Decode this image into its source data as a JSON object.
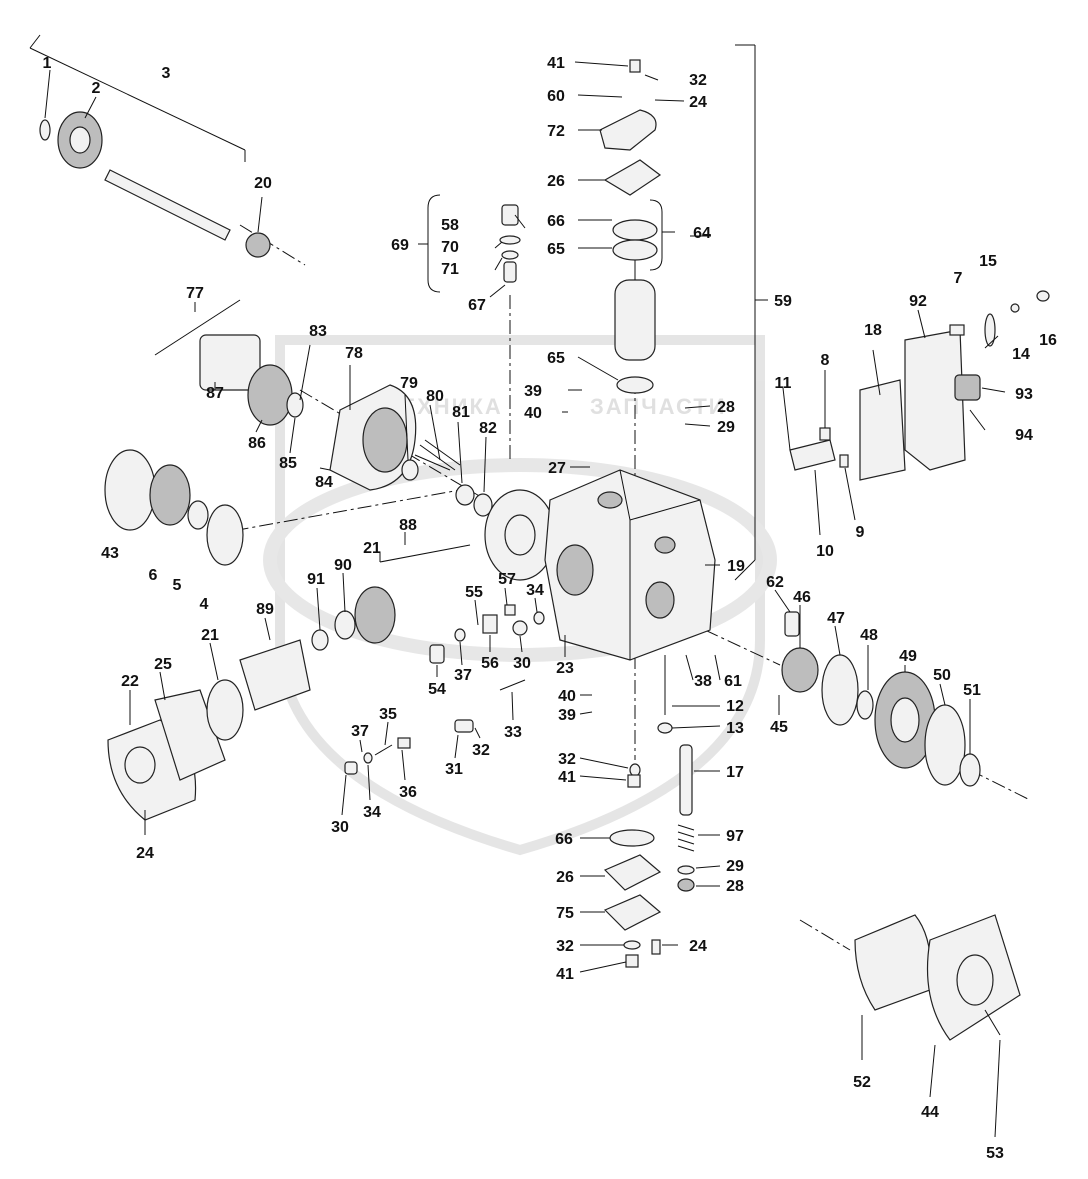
{
  "watermark": {
    "left_text": "ТЕХНИКА",
    "right_text": "ЗАПЧАСТИ",
    "color": "#cfcfcf"
  },
  "callouts": {
    "c1": "1",
    "c2": "2",
    "c3": "3",
    "c4": "4",
    "c5": "5",
    "c6": "6",
    "c7": "7",
    "c8": "8",
    "c9": "9",
    "c10": "10",
    "c11": "11",
    "c12": "12",
    "c13": "13",
    "c14": "14",
    "c15": "15",
    "c16": "16",
    "c17": "17",
    "c18": "18",
    "c19": "19",
    "c20": "20",
    "c21a": "21",
    "c21b": "21",
    "c22": "22",
    "c23": "23",
    "c24a": "24",
    "c24b": "24",
    "c24c": "24",
    "c25": "25",
    "c26a": "26",
    "c26b": "26",
    "c27": "27",
    "c28a": "28",
    "c28b": "28",
    "c29a": "29",
    "c29b": "29",
    "c30a": "30",
    "c30b": "30",
    "c31": "31",
    "c32a": "32",
    "c32b": "32",
    "c32c": "32",
    "c32d": "32",
    "c33": "33",
    "c34a": "34",
    "c34b": "34",
    "c35": "35",
    "c36": "36",
    "c37a": "37",
    "c37b": "37",
    "c38": "38",
    "c39a": "39",
    "c39b": "39",
    "c40a": "40",
    "c40b": "40",
    "c41a": "41",
    "c41b": "41",
    "c41c": "41",
    "c43": "43",
    "c44": "44",
    "c45": "45",
    "c46": "46",
    "c47": "47",
    "c48": "48",
    "c49": "49",
    "c50": "50",
    "c51": "51",
    "c52": "52",
    "c53": "53",
    "c54": "54",
    "c55": "55",
    "c56": "56",
    "c57": "57",
    "c58": "58",
    "c59": "59",
    "c60": "60",
    "c61": "61",
    "c62": "62",
    "c64": "64",
    "c65a": "65",
    "c65b": "65",
    "c66a": "66",
    "c66b": "66",
    "c67": "67",
    "c69": "69",
    "c70": "70",
    "c71": "71",
    "c72": "72",
    "c75": "75",
    "c77": "77",
    "c78": "78",
    "c79": "79",
    "c80": "80",
    "c81": "81",
    "c82": "82",
    "c83": "83",
    "c84": "84",
    "c85": "85",
    "c86": "86",
    "c87": "87",
    "c88": "88",
    "c89": "89",
    "c90": "90",
    "c91": "91",
    "c92": "92",
    "c93": "93",
    "c94": "94",
    "c97": "97"
  }
}
